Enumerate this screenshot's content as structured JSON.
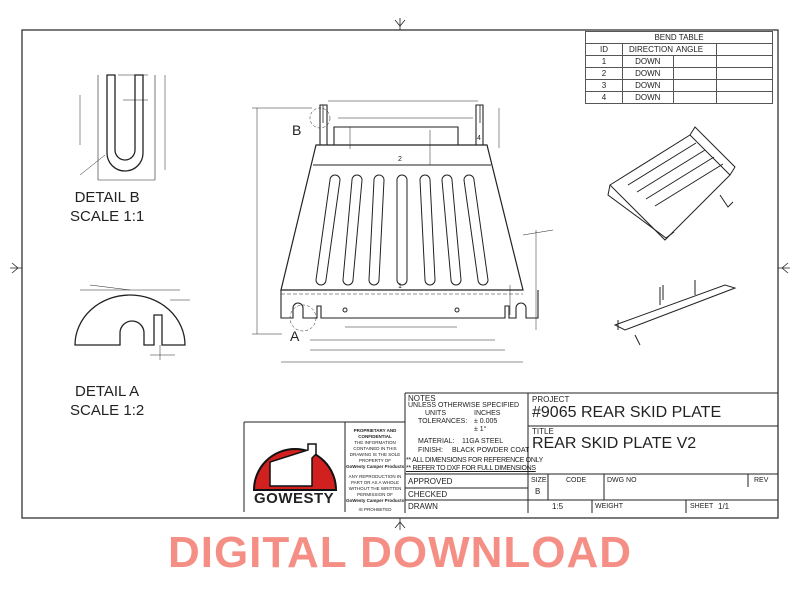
{
  "drawing": {
    "detail_b": {
      "title": "DETAIL B",
      "scale": "SCALE 1:1",
      "callout": "B"
    },
    "detail_a": {
      "title": "DETAIL A",
      "scale": "SCALE 1:2",
      "callout": "A"
    },
    "bend_labels": [
      "1",
      "2",
      "4"
    ]
  },
  "bend_table": {
    "title": "BEND TABLE",
    "headers": [
      "ID",
      "DIRECTION",
      "ANGLE"
    ],
    "rows": [
      {
        "id": "1",
        "direction": "DOWN"
      },
      {
        "id": "2",
        "direction": "DOWN"
      },
      {
        "id": "3",
        "direction": "DOWN"
      },
      {
        "id": "4",
        "direction": "DOWN"
      }
    ]
  },
  "title_block": {
    "logo_text": "GOWESTY",
    "brand_color": "#d0201f",
    "proprietary": [
      "PROPRIETARY AND",
      "CONFIDENTIAL",
      "THE INFORMATION",
      "CONTAINED IN THIS",
      "DRAWING IS THE SOLE",
      "PROPERTY OF",
      "GoWesty Camper Products",
      "ANY REPRODUCTION IN",
      "PART OR AS A WHOLE",
      "WITHOUT THE WRITTEN",
      "PERMISSION OF",
      "GoWesty Camper Products",
      "IS PROHIBITED"
    ],
    "notes_label": "NOTES",
    "notes_sub": "UNLESS OTHERWISE SPECIFIED",
    "units_label": "UNITS",
    "units_value": "INCHES",
    "tolerances_label": "TOLERANCES:",
    "tol_linear": "± 0.005",
    "tol_angle": "± 1°",
    "material_label": "MATERIAL:",
    "material_value": "11GA STEEL",
    "finish_label": "FINISH:",
    "finish_value": "BLACK POWDER COAT",
    "note1": "** ALL DIMENSIONS FOR REFERENCE ONLY",
    "note2": "** REFER TO DXF FOR FULL DIMENSIONS",
    "approved": "APPROVED",
    "checked": "CHECKED",
    "drawn": "DRAWN",
    "project_label": "PROJECT",
    "project_value": "#9065 REAR SKID PLATE",
    "title_label": "TITLE",
    "title_value": "REAR SKID PLATE V2",
    "size_label": "SIZE",
    "size_value": "B",
    "code_label": "CODE",
    "dwg_label": "DWG NO",
    "rev_label": "REV",
    "scale_value": "1:5",
    "weight_label": "WEIGHT",
    "sheet_label": "SHEET",
    "sheet_value": "1/1"
  },
  "banner": "DIGITAL DOWNLOAD"
}
